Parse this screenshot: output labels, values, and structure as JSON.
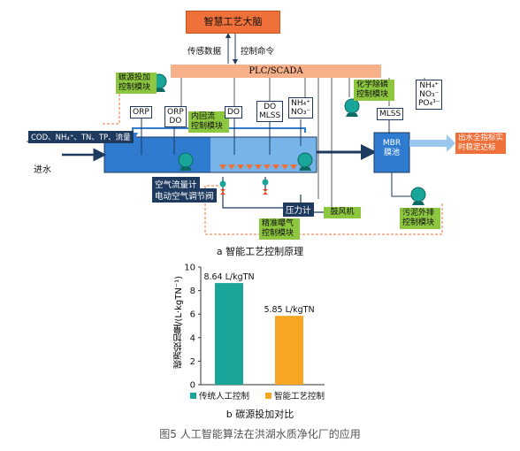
{
  "top": {
    "brain": "智慧工艺大脑",
    "sensor_data": "传感数据",
    "control_cmd": "控制命令",
    "plc": "PLC/SCADA"
  },
  "labels": {
    "carbon_dosing_module": "碳源投加\n控制模块",
    "internal_reflux_module": "内回流\n控制模块",
    "chem_p_module": "化学除磷\n控制模块",
    "precise_aeration_module": "精准曝气\n控制模块",
    "sludge_discharge_module": "污泥外排\n控制模块",
    "influent_params": "COD、NH₄⁺、TN、TP、流量",
    "influent": "进水",
    "orp1": "ORP",
    "orp_do": "ORP\nDO",
    "do1": "DO",
    "do_mlss": "DO\nMLSS",
    "nh_no": "NH₄⁺\nNO₃⁻",
    "mlss": "MLSS",
    "nh_no_po": "NH₄⁺\nNO₃⁻\nPO₄³⁻",
    "air_flow_meter": "空气流量计",
    "electric_air_valve": "电动空气调节阀",
    "pressure_meter": "压力计",
    "blower": "鼓风机",
    "mbr": "MBR\n膜池",
    "effluent": "出水全指标实\n时稳定达标"
  },
  "caption_a": "a 智能工艺控制原理",
  "caption_b": "b 碳源投加对比",
  "figure_title": "图5 人工智能算法在洪湖水质净化厂的应用",
  "colors": {
    "orange": "#f0703a",
    "plc": "#f6b08a",
    "tank": "#2e7bcf",
    "tank_light": "#76b4ea",
    "dark": "#1f3a5f",
    "green": "#8dc63f",
    "teal": "#1aa59a",
    "amber": "#f6a623"
  },
  "chart_data": {
    "type": "bar",
    "categories": [
      "传统人工控制",
      "智能工艺控制"
    ],
    "values": [
      8.64,
      5.85
    ],
    "data_labels": [
      "8.64 L/kgTN",
      "5.85 L/kgTN"
    ],
    "ylabel": "碳源投加量/(L·kgTN⁻¹)",
    "yticks": [
      0,
      2,
      4,
      6,
      8,
      10
    ],
    "ylim": [
      0,
      10
    ],
    "legend": [
      "传统人工控制",
      "智能工艺控制"
    ],
    "legend_position": "bottom",
    "colors": [
      "#1aa59a",
      "#f6a623"
    ]
  }
}
